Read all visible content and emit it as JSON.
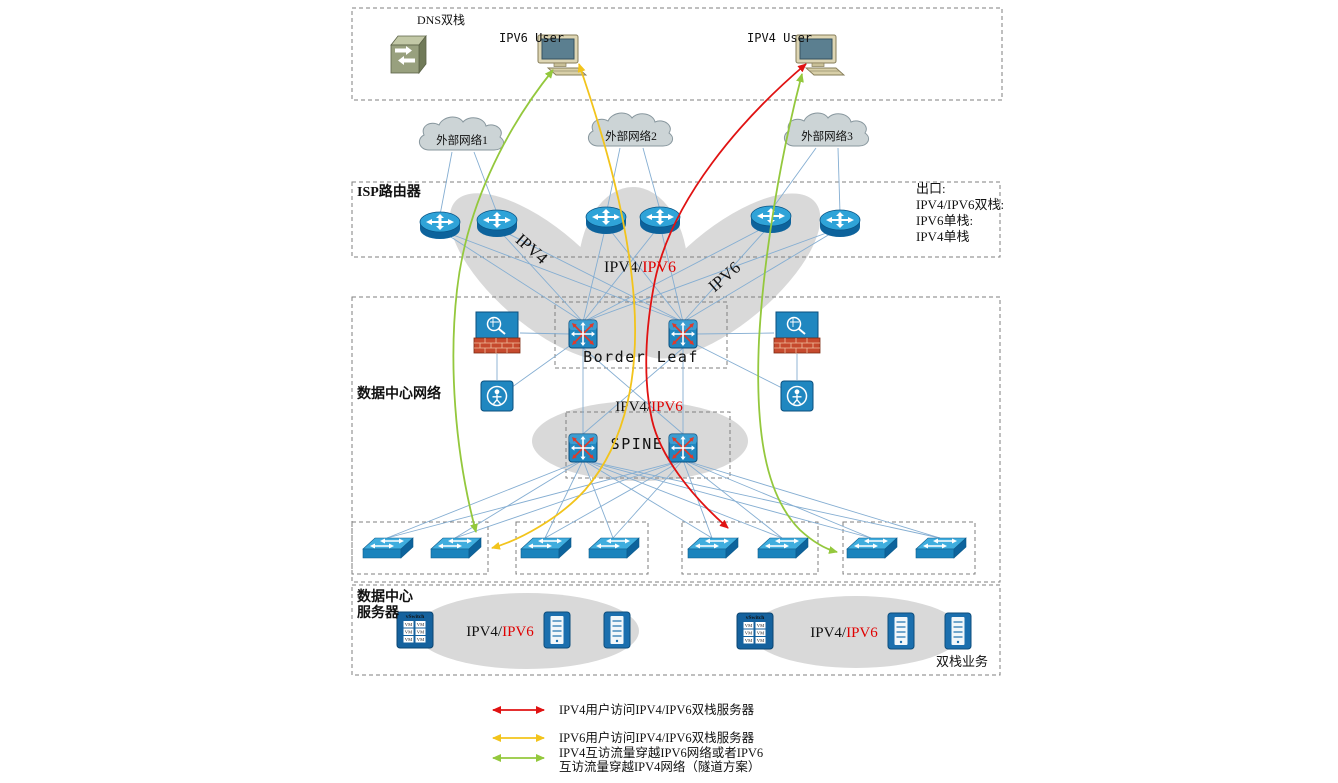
{
  "top_section": {
    "dns_label": "DNS双栈",
    "ipv6_user_label": "IPV6 User",
    "ipv4_user_label": "IPV4 User"
  },
  "clouds": [
    {
      "label": "外部网络1"
    },
    {
      "label": "外部网络2"
    },
    {
      "label": "外部网络3"
    }
  ],
  "isp_section": {
    "title": "ISP路由器",
    "note_lines": [
      {
        "text": "出口:",
        "color": "#e00000"
      },
      {
        "text": "IPV4/IPV6双栈:",
        "color": "#e00000"
      },
      {
        "text": "IPV6单栈:",
        "color": "#e00000"
      },
      {
        "text": "IPV4单栈",
        "color": "#000000"
      }
    ]
  },
  "zones": {
    "left_label": "IPV4",
    "middle_label_black": "IPV4/",
    "middle_label_red": "IPV6",
    "right_label": "IPV6"
  },
  "dc_section": {
    "title": "数据中心网络",
    "border_leaf_label": "Border Leaf",
    "lower_zone_black": "IPV4/",
    "lower_zone_red": "IPV6",
    "spine_label": "SPINE"
  },
  "server_section": {
    "title_line1": "数据中心",
    "title_line2": "服务器",
    "group1_label_black": "IPV4/",
    "group1_label_red": "IPV6",
    "group2_label_black": "IPV4/",
    "group2_label_red": "IPV6",
    "dual_stack_note": "双栈业务",
    "vswitch_label": "vSwitch",
    "vm_label": "VM"
  },
  "flow_legend": {
    "rows": [
      {
        "color": "#e01212",
        "line1": "IPV4用户访问IPV4/IPV6双栈服务器",
        "line2": ""
      },
      {
        "color": "#f2c41c",
        "line1": "IPV6用户访问IPV4/IPV6双栈服务器",
        "line2": ""
      },
      {
        "color": "#94c83d",
        "line1": "IPV4互访流量穿越IPV6网络或者IPV6",
        "line2": "互访流量穿越IPV4网络（隧道方案）"
      }
    ]
  },
  "colors": {
    "red_flow": "#e01212",
    "yellow_flow": "#f2c41c",
    "green_flow": "#94c83d",
    "link_line": "#85aed2",
    "zone_fill": "#d9d9d9",
    "accent_red_text": "#e00000"
  }
}
